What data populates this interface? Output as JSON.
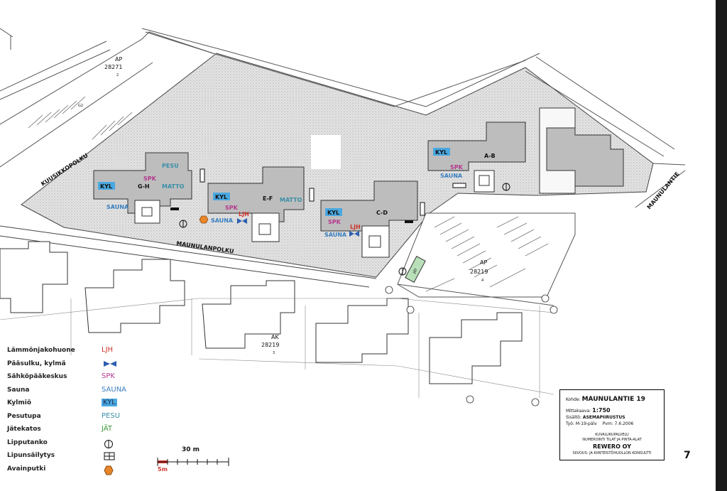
{
  "streets": {
    "kuusikkopolku": "KUUSIKKOPOLKU",
    "maunulanpolku": "MAUNULANPOLKU",
    "maunulantie": "MAUNULANTIE"
  },
  "plots": {
    "ap_north": {
      "zone": "AP",
      "number": "28271",
      "sub": "2"
    },
    "ap_east": {
      "zone": "AP",
      "number": "28219",
      "sub": "4"
    },
    "ak_south": {
      "zone": "AK",
      "number": "28219",
      "sub": "3"
    },
    "g2": "G2"
  },
  "buildings": {
    "gh": {
      "name": "G-H",
      "kyl": "KYL",
      "spk": "SPK",
      "pesu": "PESU",
      "matto": "MATTO",
      "sauna": "SAUNA"
    },
    "ef": {
      "name": "E-F",
      "kyl": "KYL",
      "spk": "SPK",
      "matto": "MATTO",
      "sauna": "SAUNA",
      "ljh": "LJH"
    },
    "cd": {
      "name": "C-D",
      "kyl": "KYL",
      "spk": "SPK",
      "sauna": "SAUNA",
      "ljh": "LJH"
    },
    "ab": {
      "name": "A-B",
      "kyl": "KYL",
      "spk": "SPK",
      "sauna": "SAUNA"
    }
  },
  "jat_label": "JÄT",
  "legend": [
    {
      "name": "Lämmönjakohuone",
      "code": "LJH",
      "color": "#d0342c",
      "type": "text"
    },
    {
      "name": "Pääsulku, kylmä",
      "code": "",
      "color": "#2b5fae",
      "type": "valve-icon"
    },
    {
      "name": "Sähköpääkeskus",
      "code": "SPK",
      "color": "#b5388f",
      "type": "text"
    },
    {
      "name": "Sauna",
      "code": "SAUNA",
      "color": "#3a7fc0",
      "type": "text"
    },
    {
      "name": "Kylmiö",
      "code": "KYL",
      "color": "#1a2a4a",
      "type": "highlight"
    },
    {
      "name": "Pesutupa",
      "code": "PESU",
      "color": "#3a8fa8",
      "type": "text"
    },
    {
      "name": "Jätekatos",
      "code": "JÄT",
      "color": "#3a9a3a",
      "type": "text"
    },
    {
      "name": "Lipputanko",
      "code": "",
      "color": "#111111",
      "type": "flagpole-icon"
    },
    {
      "name": "Lipunsäilytys",
      "code": "",
      "color": "#111111",
      "type": "flagstore-icon"
    },
    {
      "name": "Avainputki",
      "code": "",
      "color": "#e8862a",
      "type": "keytube-icon"
    }
  ],
  "scale": {
    "label": "30 m",
    "red_label": "5m"
  },
  "title_block": {
    "kohde_label": "Kohde:",
    "kohde": "MAUNULANTIE 19",
    "mittakaava_label": "Mittakaava:",
    "mittakaava": "1:750",
    "sisalto_label": "Sisältö:",
    "sisalto": "ASEMAPIIRUSTUS",
    "tyo_label": "Työ:",
    "tyo": "M-19-pälv",
    "pvm_label": "Pvm:",
    "pvm": "7.6.2006",
    "line1": "KUVALUKUPALVELU",
    "line2": "NUMEROINTI TILAT JA PINTA-ALAT",
    "company": "REWERO OY",
    "line3": "SIIVOUS- JA KIINTEISTÖHUOLLON KONSULTTI"
  },
  "page_number": "7",
  "colors": {
    "hatch": "#dcdcdc",
    "building": "#bdbdbd",
    "ljh": "#d0342c",
    "spk": "#b5388f",
    "sauna": "#3a7fc0",
    "pesu": "#3a8fa8",
    "kyl_bg": "#4aa8e0",
    "jat": "#3a9a3a",
    "key": "#e8862a"
  }
}
